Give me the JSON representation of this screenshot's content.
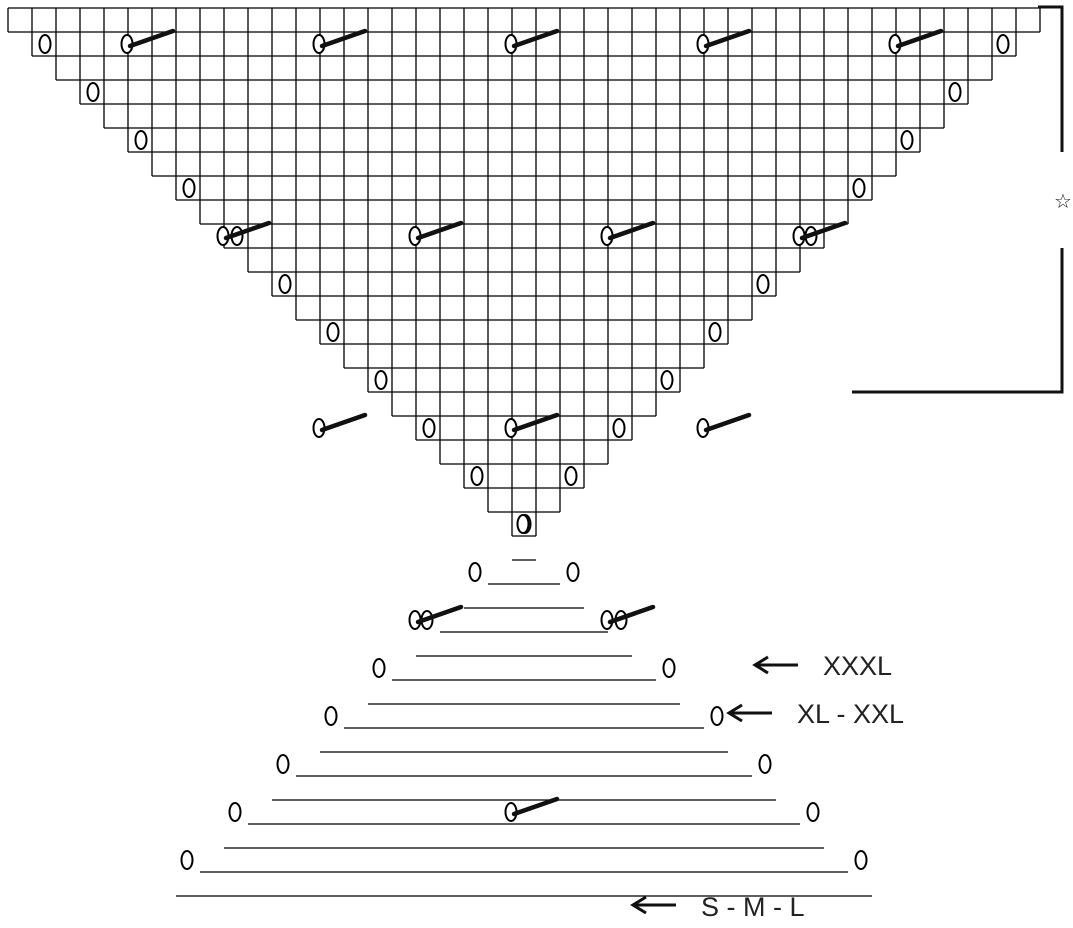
{
  "diagram": {
    "symbols": {
      "grid": "knit-stitch-square",
      "side_mark": "yarn-over-oval",
      "inner_mark": "yarn-over-with-decrease"
    },
    "repeat_marker": {
      "symbol": "☆"
    },
    "size_markers": [
      {
        "label": "XXXL",
        "row": 26
      },
      {
        "label": "XL - XXL",
        "row": 28
      },
      {
        "label": "S - M - L",
        "row": 36
      }
    ],
    "colors": {
      "line": "#000000",
      "bracket": "#111111",
      "text": "#222222",
      "background": "#ffffff"
    }
  }
}
